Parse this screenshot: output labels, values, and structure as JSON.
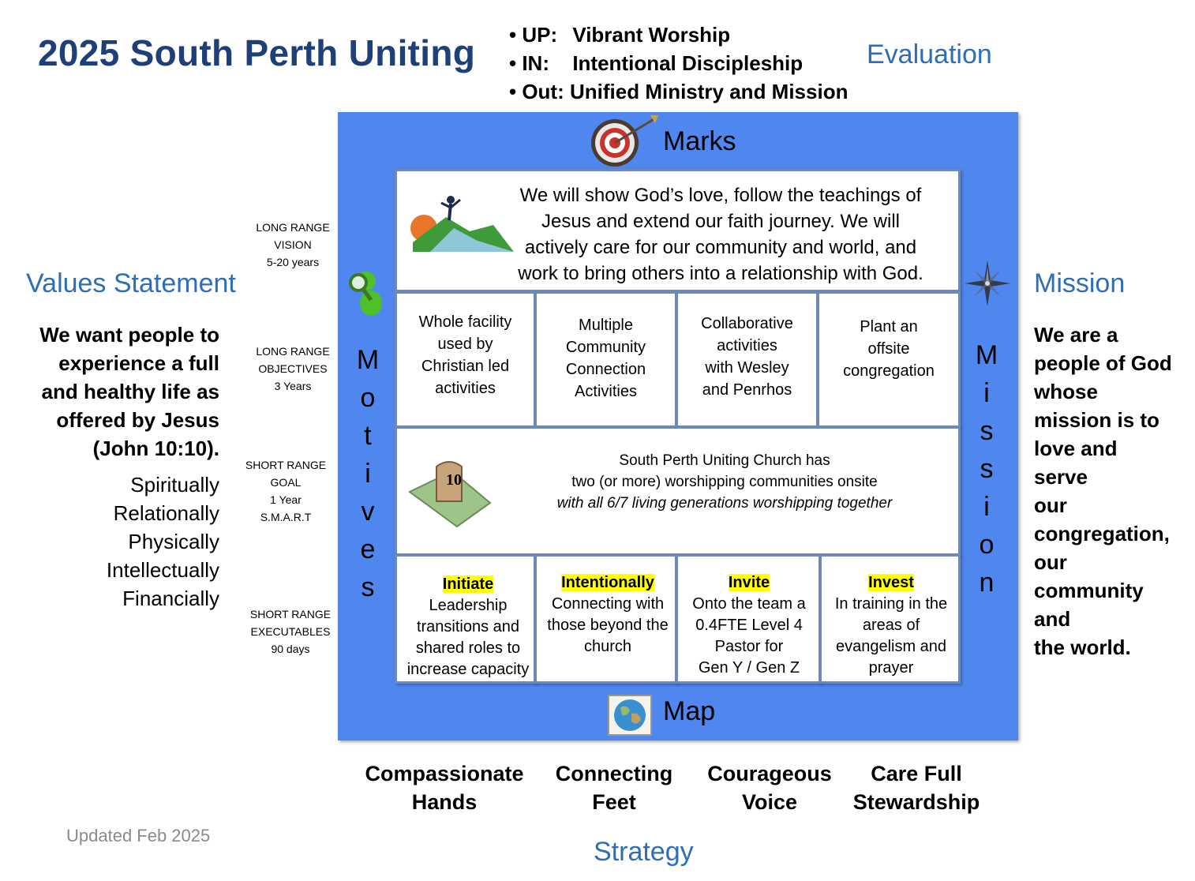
{
  "title": "2025 South Perth Uniting",
  "bullets": [
    {
      "key": "UP:",
      "text": "Vibrant Worship"
    },
    {
      "key": "IN:",
      "text": "Intentional Discipleship"
    },
    {
      "key": "Out:",
      "text": "Unified Ministry and Mission"
    }
  ],
  "evaluation": "Evaluation",
  "values": {
    "heading": "Values Statement",
    "lines": [
      "We want people to",
      "experience a full",
      "and healthy life as",
      "offered by Jesus",
      "(John 10:10)."
    ],
    "list": [
      "Spiritually",
      "Relationally",
      "Physically",
      "Intellectually",
      "Financially"
    ]
  },
  "mission": {
    "heading": "Mission",
    "lines": [
      "We are a",
      "people of God",
      "whose",
      "mission is to",
      "love and",
      "serve",
      "our",
      "congregation,",
      "our",
      "community",
      "and",
      "the world."
    ],
    "side_letters": [
      "M",
      "i",
      "s",
      "s",
      "i",
      "o",
      "n"
    ]
  },
  "motives_letters": [
    "M",
    "o",
    "t",
    "i",
    "v",
    "e",
    "s"
  ],
  "ranges": [
    [
      "LONG RANGE",
      "VISION",
      "5-20 years"
    ],
    [
      "LONG RANGE",
      "OBJECTIVES",
      "3 Years"
    ],
    [
      "SHORT RANGE",
      "GOAL",
      "1 Year",
      "S.M.A.R.T"
    ],
    [
      "SHORT RANGE",
      "EXECUTABLES",
      "90 days"
    ]
  ],
  "marks_label": "Marks",
  "map_label": "Map",
  "vision_lines": [
    "We will show God’s love, follow the teachings of",
    "Jesus and extend our faith journey. We will",
    "actively care for our community and world, and",
    "work to bring others into a relationship with God."
  ],
  "objectives": [
    [
      "Whole facility",
      "used by",
      "Christian led",
      "activities"
    ],
    [
      "Multiple",
      "Community",
      "Connection",
      "Activities"
    ],
    [
      "Collaborative",
      "activities",
      "with Wesley",
      "and Penrhos"
    ],
    [
      "Plant an",
      "offsite",
      "congregation"
    ]
  ],
  "goal": {
    "line1": "South Perth Uniting Church has",
    "line2": "two (or more) worshipping communities onsite",
    "line3": "with all 6/7 living generations worshipping together",
    "tablet_number": "10"
  },
  "executables": [
    {
      "head": "Initiate",
      "lines": [
        "Leadership",
        "transitions and",
        "shared roles to",
        "increase capacity"
      ]
    },
    {
      "head": "Intentionally",
      "lines": [
        "Connecting with",
        "those beyond the",
        "church"
      ]
    },
    {
      "head": "Invite",
      "lines": [
        "Onto the team a",
        "0.4FTE Level 4",
        "Pastor for",
        "Gen Y / Gen Z"
      ]
    },
    {
      "head": "Invest",
      "lines": [
        "In training in the",
        "areas of",
        "evangelism and",
        "prayer"
      ]
    }
  ],
  "strategy": {
    "heading": "Strategy",
    "items": [
      [
        "Compassionate",
        "Hands"
      ],
      [
        "Connecting",
        "Feet"
      ],
      [
        "Courageous",
        "Voice"
      ],
      [
        "Care Full",
        "Stewardship"
      ]
    ]
  },
  "updated": "Updated Feb 2025",
  "colors": {
    "frame": "#4f87ef",
    "title": "#1f3f78",
    "heading": "#2e6db8",
    "highlight": "#ffff00"
  }
}
